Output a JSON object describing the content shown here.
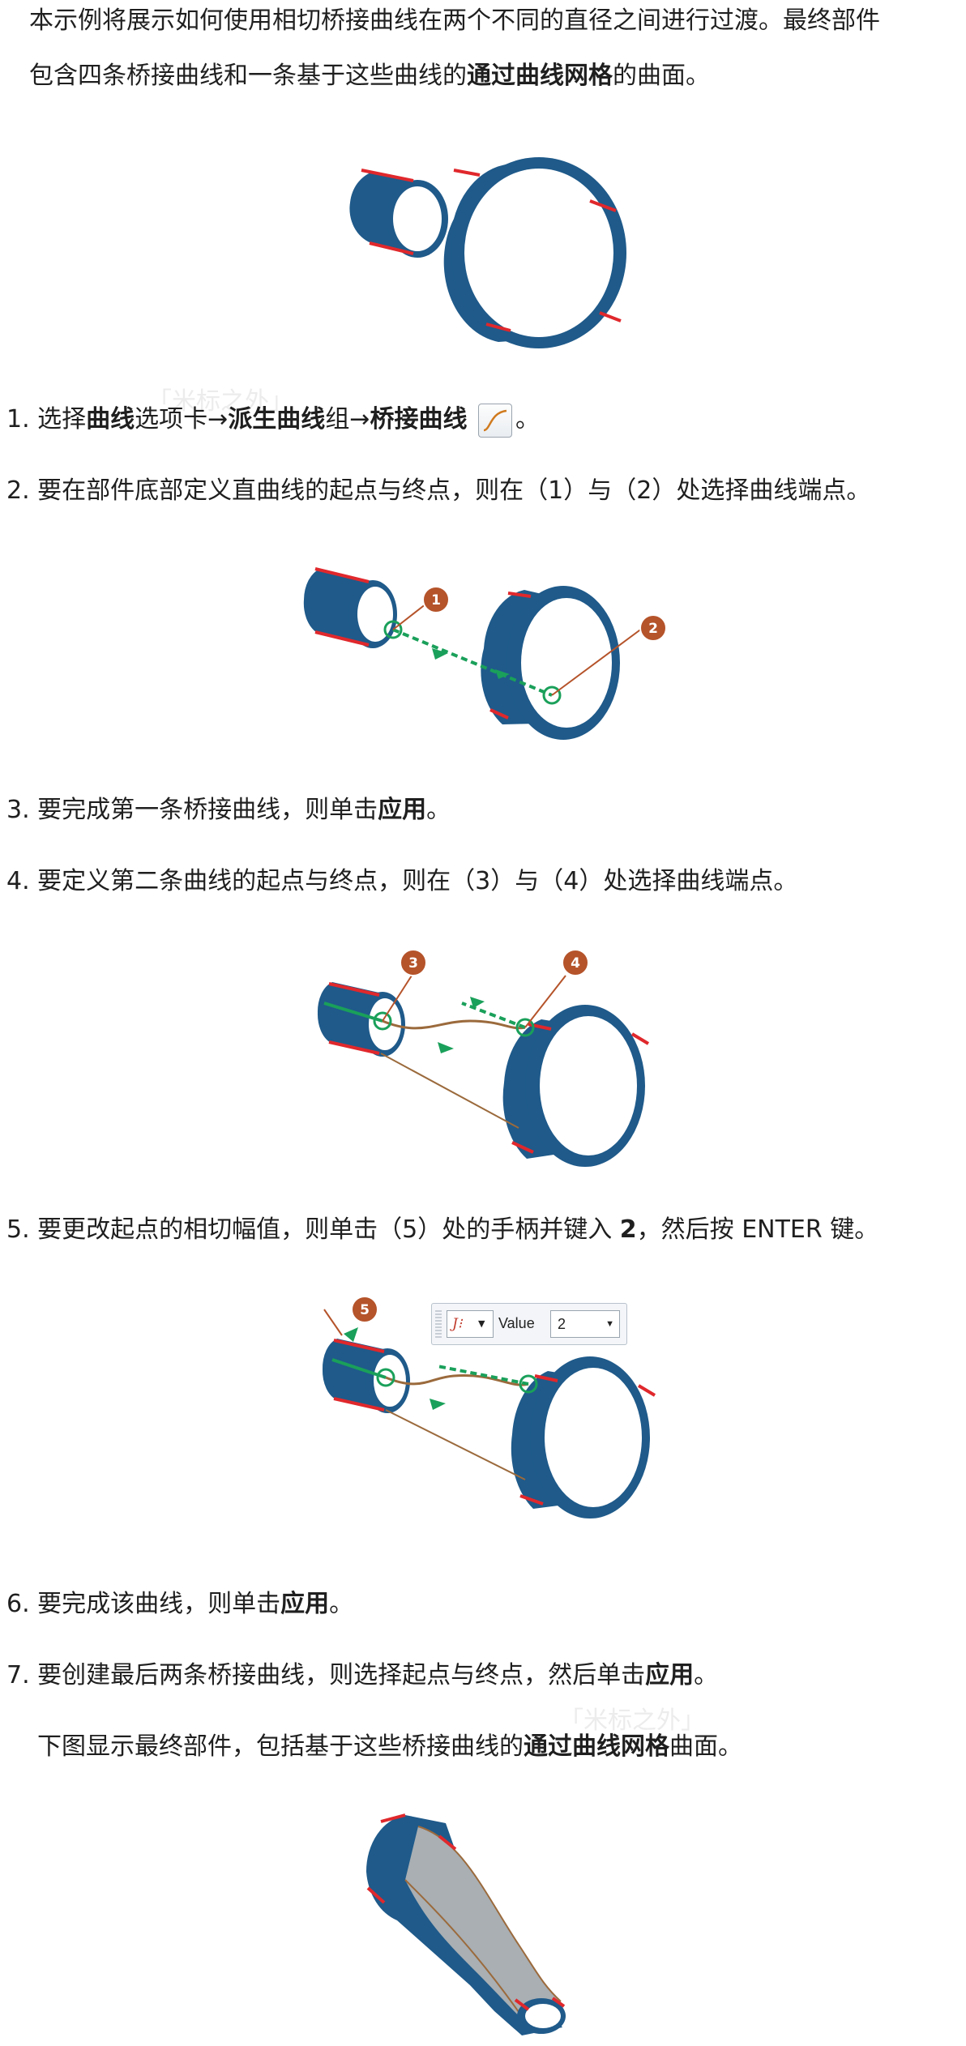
{
  "intro": {
    "line1": "本示例将展示如何使用相切桥接曲线在两个不同的直径之间进行过渡。最终部件",
    "line2_a": "包含四条桥接曲线和一条基于这些曲线的",
    "line2_bold": "通过曲线网格",
    "line2_b": "的曲面。"
  },
  "watermark": "「米标之外」",
  "steps": [
    {
      "parts": [
        "1. 选择",
        "曲线",
        "选项卡→",
        "派生曲线",
        "组→",
        "桥接曲线",
        "。"
      ]
    },
    {
      "text": "2. 要在部件底部定义直曲线的起点与终点，则在（1）与（2）处选择曲线端点。"
    },
    {
      "text": "3. 要完成第一条桥接曲线，则单击",
      "bold": "应用",
      "end": "。"
    },
    {
      "text": "4. 要定义第二条曲线的起点与终点，则在（3）与（4）处选择曲线端点。"
    },
    {
      "text": "5. 要更改起点的相切幅值，则单击（5）处的手柄并键入 ",
      "bold": "2",
      "end": "，然后按 ENTER 键。"
    },
    {
      "text": "6. 要完成该曲线，则单击",
      "bold": "应用",
      "end": "。"
    },
    {
      "text": "7. 要创建最后两条桥接曲线，则选择起点与终点，然后单击",
      "bold": "应用",
      "end": "。"
    }
  ],
  "final_note": {
    "a": "下图显示最终部件，包括基于这些桥接曲线的",
    "bold": "通过曲线网格",
    "b": "曲面。"
  },
  "callouts": [
    "1",
    "2",
    "3",
    "4",
    "5"
  ],
  "value_popup": {
    "label": "Value",
    "value": "2",
    "icon_glyph": "J⁝"
  },
  "icons": {
    "bridge": "bridge-curve-icon",
    "dropdown": "chevron-down-icon"
  },
  "colors": {
    "cylinder": "#1f5a8a",
    "cylinder_dark": "#163f63",
    "edge_red": "#e0282c",
    "bridge_green": "#1aa05a",
    "callout": "#b5532a",
    "surface": "#a9afb3",
    "brown_curve": "#9b6a3c"
  }
}
